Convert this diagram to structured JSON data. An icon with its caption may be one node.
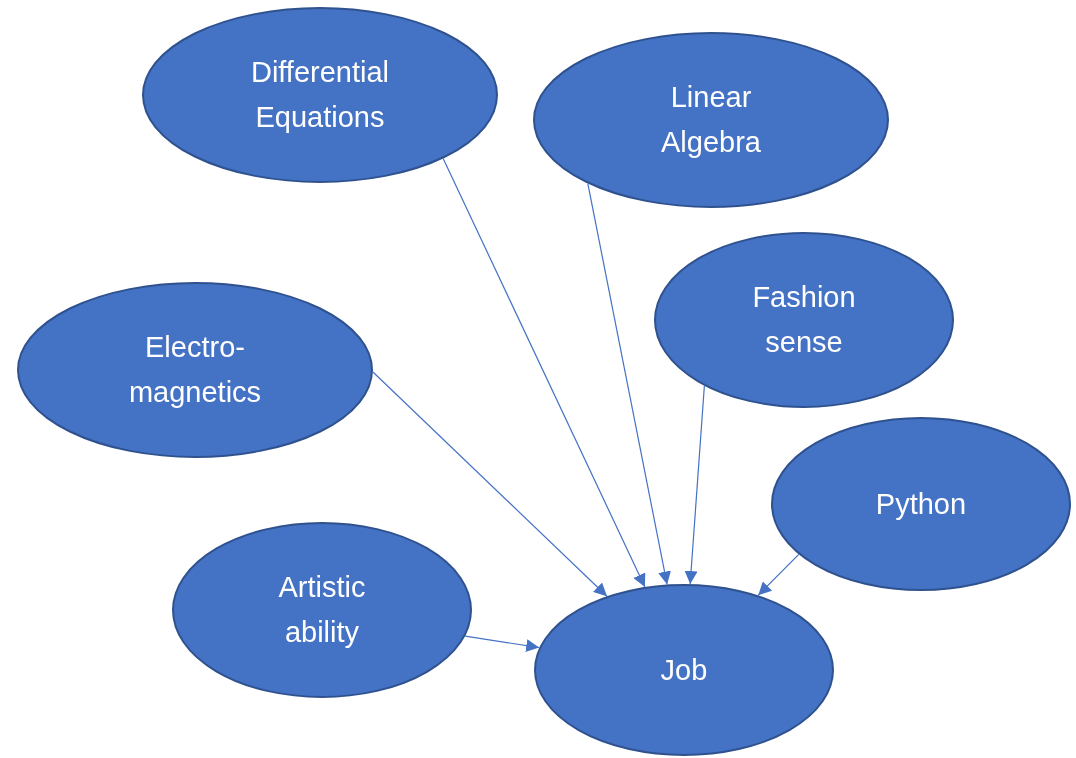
{
  "diagram": {
    "nodes": [
      {
        "text": [
          "Differential Equations"
        ]
      },
      {
        "text": [
          "Linear Algebra"
        ]
      },
      {
        "text": [
          "Fashion sense"
        ]
      },
      {
        "text": [
          "Electro-magnetics"
        ]
      },
      {
        "text": [
          "Python"
        ]
      },
      {
        "text": [
          "Artistic ability"
        ]
      },
      {
        "text": [
          "Job"
        ]
      }
    ],
    "edges": [
      {
        "from": 0,
        "to": 6,
        "arrow": "to"
      },
      {
        "from": 1,
        "to": 6,
        "arrow": "to"
      },
      {
        "from": 2,
        "to": 6,
        "arrow": "to"
      },
      {
        "from": 3,
        "to": 6,
        "arrow": "to"
      },
      {
        "from": 4,
        "to": 6,
        "arrow": "to"
      },
      {
        "from": 5,
        "to": 6,
        "arrow": "to"
      }
    ]
  }
}
